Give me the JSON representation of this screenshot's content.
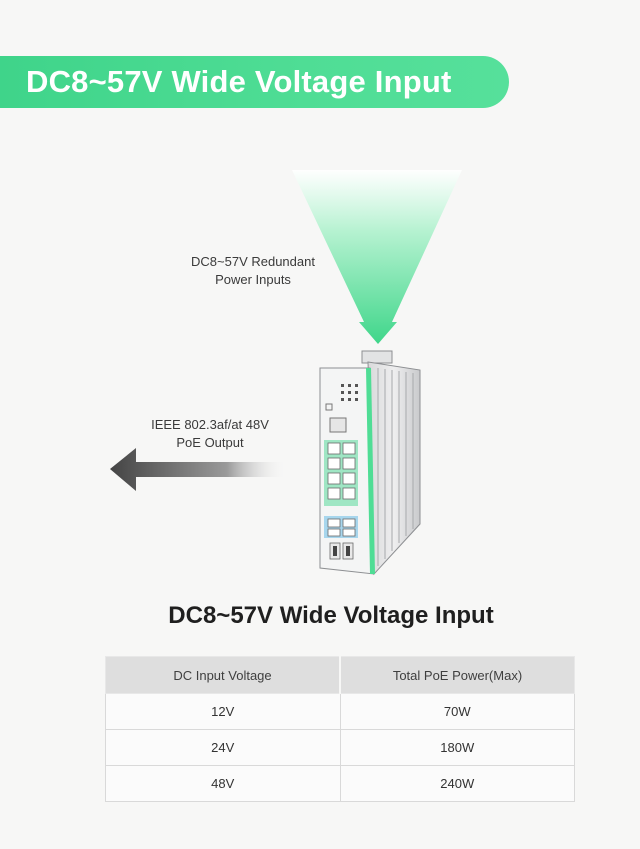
{
  "banner": {
    "title": "DC8~57V Wide Voltage Input"
  },
  "callouts": {
    "redundant_line1": "DC8~57V Redundant",
    "redundant_line2": "Power Inputs",
    "poe_line1": "IEEE 802.3af/at 48V",
    "poe_line2": "PoE Output"
  },
  "colors": {
    "accent": "#4fdd95",
    "dark_arrow": "#555555"
  },
  "section": {
    "title": "DC8~57V Wide Voltage Input"
  },
  "table": {
    "headers": [
      "DC Input Voltage",
      "Total PoE Power(Max)"
    ],
    "rows": [
      [
        "12V",
        "70W"
      ],
      [
        "24V",
        "180W"
      ],
      [
        "48V",
        "240W"
      ]
    ]
  }
}
